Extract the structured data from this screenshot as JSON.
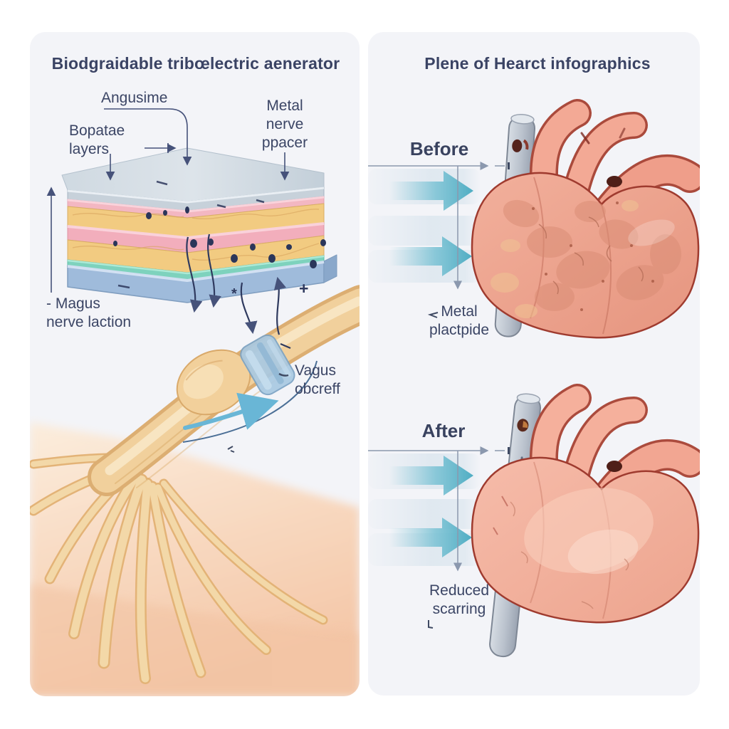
{
  "left_panel": {
    "title": "Biodgraidable tribœlectric aenerator",
    "label_angusime": "Angusime",
    "label_layers": {
      "line1": "Bopatae",
      "line2": "layers"
    },
    "label_metal_pacer": {
      "line1": "Metal",
      "line2": "nerve",
      "line3": "ppacer"
    },
    "label_magus": {
      "line1": "- Magus",
      "line2": "nerve laction"
    },
    "label_vagus": {
      "line1": "Vagus",
      "line2": "obcreff"
    },
    "plus_sign": "+",
    "asterisk": "*"
  },
  "right_panel": {
    "title": "Plene of Hearct infographics",
    "before_label": "Before",
    "before_annotation": {
      "line1": "Metal",
      "line2": "plactpide"
    },
    "after_label": "After",
    "after_annotation": {
      "line1": "Reduced",
      "line2": "scarring"
    }
  },
  "palette": {
    "panel_bg": "#f3f4f8",
    "ink": "#3b4565",
    "line_gray": "#8b98ae",
    "accent_teal": "#54b1c6",
    "device_top_plate": "#c7d1da",
    "device_pink_film": "#f3b7c2",
    "device_foam": "#f2cb81",
    "device_pink_plate": "#f2aebc",
    "device_teal_film": "#7ed2bd",
    "device_bottom_plate": "#9fbbdb",
    "nerve": "#f0cf9d",
    "nerve_cuff": "#a9c9e2",
    "skin": "#f6cfb2",
    "heart_body": "#efa591",
    "heart_outline": "#9f3b2f",
    "electrode_rod": "#b9c1cc"
  }
}
